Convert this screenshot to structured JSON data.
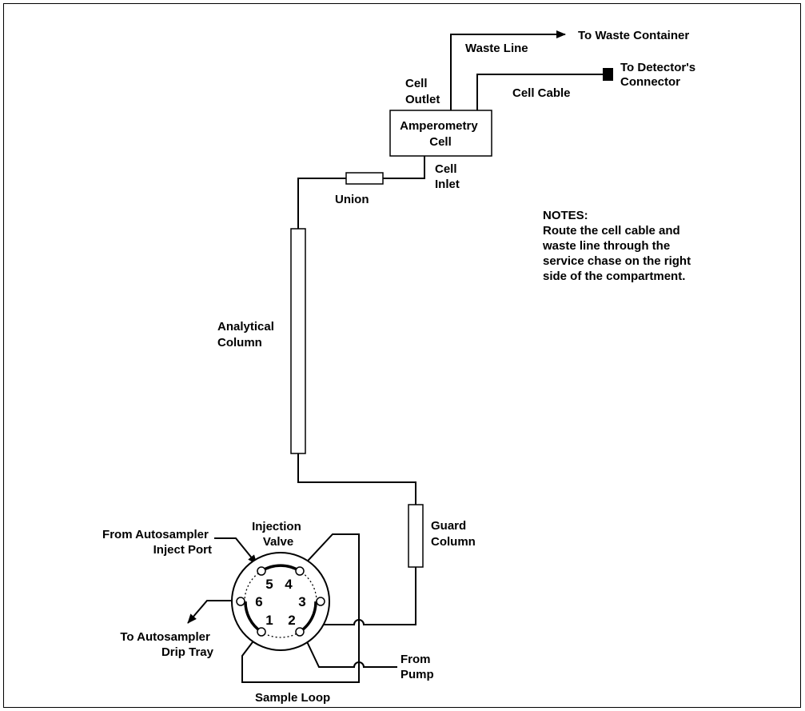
{
  "labels": {
    "to_waste_container": "To Waste Container",
    "waste_line": "Waste Line",
    "cell_outlet_1": "Cell",
    "cell_outlet_2": "Outlet",
    "to_detector_1": "To Detector's",
    "to_detector_2": "Connector",
    "cell_cable": "Cell Cable",
    "amperometry_1": "Amperometry",
    "amperometry_2": "Cell",
    "cell_inlet_1": "Cell",
    "cell_inlet_2": "Inlet",
    "union": "Union",
    "analytical_1": "Analytical",
    "analytical_2": "Column",
    "guard_1": "Guard",
    "guard_2": "Column",
    "injection_1": "Injection",
    "injection_2": "Valve",
    "from_autosampler_1": "From Autosampler",
    "from_autosampler_2": "Inject Port",
    "to_autosampler_1": "To Autosampler",
    "to_autosampler_2": "Drip Tray",
    "from_pump_1": "From",
    "from_pump_2": "Pump",
    "sample_loop": "Sample Loop"
  },
  "notes": {
    "title": "NOTES:",
    "line1": "Route the cell cable and",
    "line2": "waste line through the",
    "line3": "service chase on the right",
    "line4": "side of the compartment."
  },
  "valve_ports": {
    "p1": "1",
    "p2": "2",
    "p3": "3",
    "p4": "4",
    "p5": "5",
    "p6": "6"
  }
}
